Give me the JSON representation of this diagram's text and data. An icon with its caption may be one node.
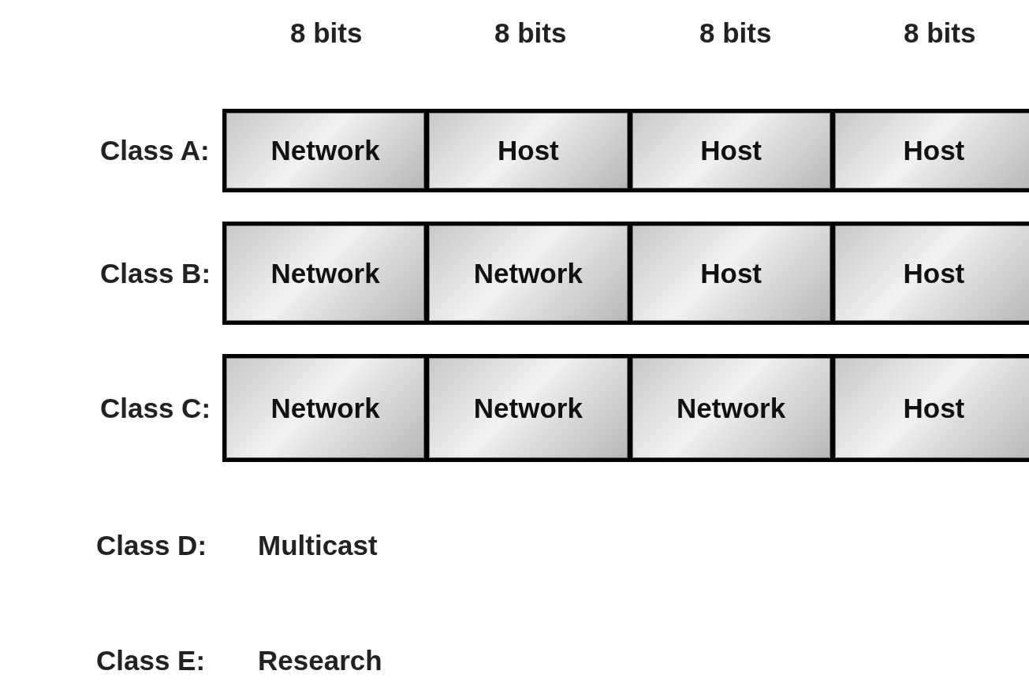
{
  "diagram": {
    "nodes": [
      {
        "text": [],
        "shape": "bar",
        "beside": [
          "Class A:"
        ]
      },
      {
        "text": [
          "Network"
        ],
        "in": 0
      },
      {
        "text": [
          "Host"
        ],
        "in": 0
      },
      {
        "text": [
          "Host"
        ],
        "in": 0
      },
      {
        "text": [
          "Host"
        ],
        "in": 0
      },
      {
        "text": [],
        "shape": "bar",
        "beside": [
          "Class B:"
        ]
      },
      {
        "text": [
          "Network"
        ],
        "in": 5
      },
      {
        "text": [
          "Network"
        ],
        "in": 5
      },
      {
        "text": [
          "Host"
        ],
        "in": 5
      },
      {
        "text": [
          "Host"
        ],
        "in": 5
      },
      {
        "text": [],
        "shape": "bar",
        "beside": [
          "Class C:"
        ]
      },
      {
        "text": [
          "Network"
        ],
        "in": 10
      },
      {
        "text": [
          "Network"
        ],
        "in": 10
      },
      {
        "text": [
          "Network"
        ],
        "in": 10
      },
      {
        "text": [
          "Host"
        ],
        "in": 10
      }
    ],
    "labels": [
      "8 bits",
      "8 bits",
      "8 bits",
      "8 bits",
      "Class D:",
      "Multicast",
      "Class E:",
      "Research"
    ]
  }
}
